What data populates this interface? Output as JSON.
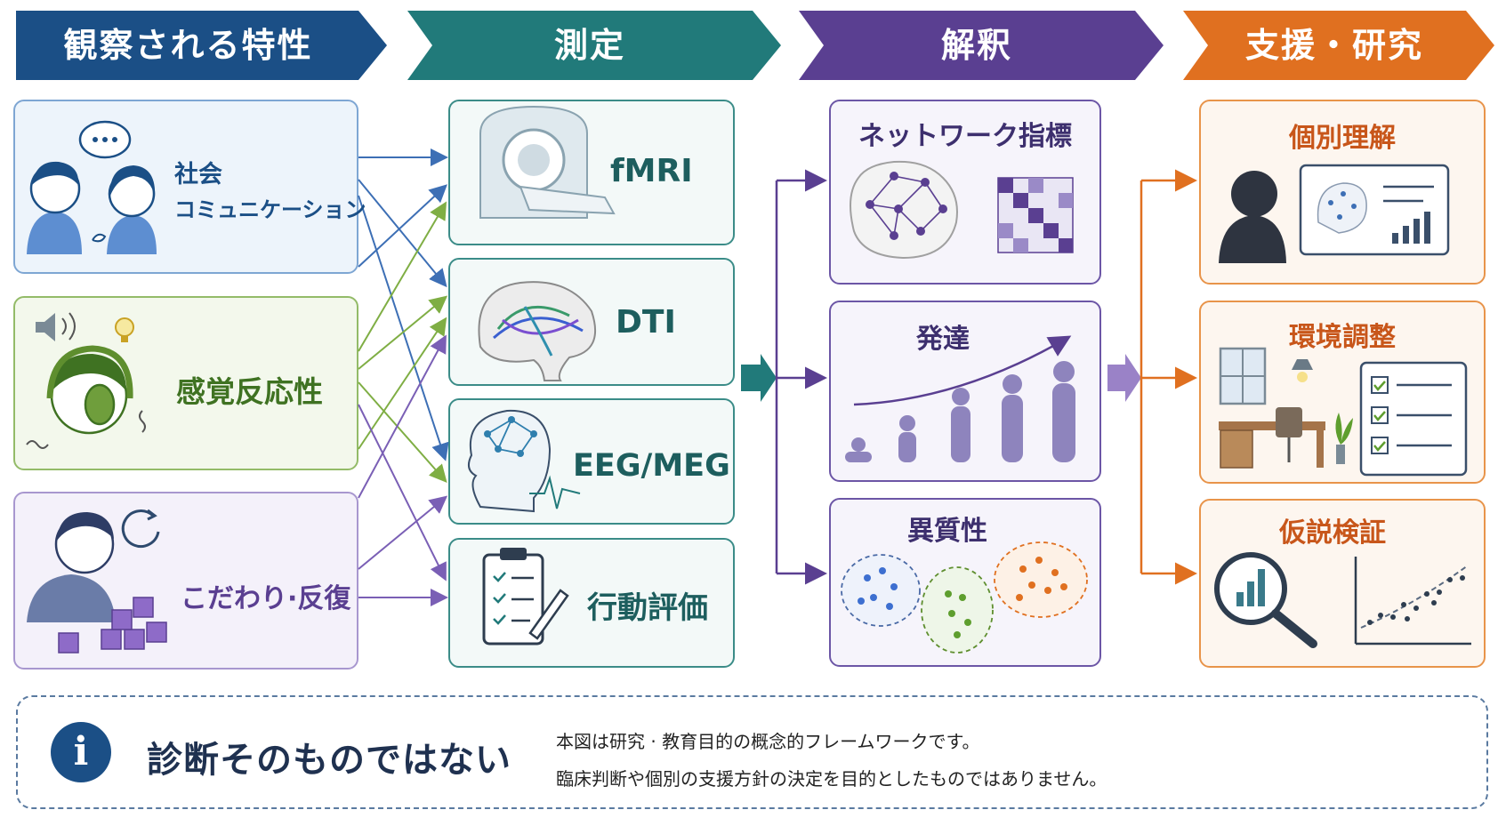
{
  "headers": [
    {
      "label": "観察される特性",
      "color": "#1b4f86"
    },
    {
      "label": "測定",
      "color": "#217a7a"
    },
    {
      "label": "解釈",
      "color": "#5a3f91"
    },
    {
      "label": "支援・研究",
      "color": "#e07020"
    }
  ],
  "traits": [
    {
      "label_line1": "社会",
      "label_line2": "コミュニケーション",
      "color": "#1b4f86",
      "bg": "#edf4fb",
      "border": "#7ea6d3"
    },
    {
      "label": "感覚反応性",
      "color": "#3f7222",
      "bg": "#f3f8ec",
      "border": "#93bb68"
    },
    {
      "label": "こだわり·反復",
      "color": "#5a3f91",
      "bg": "#f4f1fa",
      "border": "#a897cf"
    }
  ],
  "measures": [
    {
      "label": "fMRI"
    },
    {
      "label": "DTI"
    },
    {
      "label": "EEG/MEG"
    },
    {
      "label": "行動評価"
    }
  ],
  "interpretations": [
    {
      "title": "ネットワーク指標"
    },
    {
      "title": "発達"
    },
    {
      "title": "異質性"
    }
  ],
  "support": [
    {
      "title": "個別理解"
    },
    {
      "title": "環境調整"
    },
    {
      "title": "仮説検証"
    }
  ],
  "colors": {
    "blue": "#1b4f86",
    "teal": "#217a7a",
    "purple": "#5a3f91",
    "orange": "#e07020",
    "green": "#6f9e3c",
    "arrow_blue": "#3d6fb5"
  },
  "note": {
    "title": "診断そのものではない",
    "line1": "本図は研究 · 教育目的の概念的フレームワークです。",
    "line2": "臨床判断や個別の支援方針の決定を目的としたものではありません。",
    "icon_glyph": "i"
  }
}
